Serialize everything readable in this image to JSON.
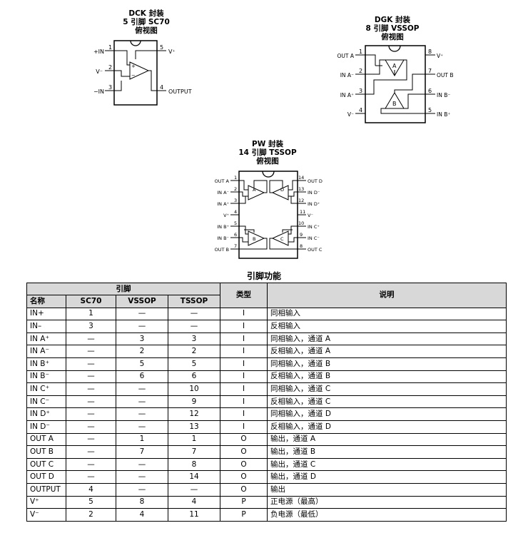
{
  "packages": {
    "dck": {
      "title": [
        "DCK 封装",
        "5 引脚 SC70",
        "俯视图"
      ],
      "pins_left": [
        {
          "num": "1",
          "label": "+IN"
        },
        {
          "num": "2",
          "label": "V⁻"
        },
        {
          "num": "3",
          "label": "−IN"
        }
      ],
      "pins_right": [
        {
          "num": "5",
          "label": "V⁺"
        },
        {
          "num": "4",
          "label": "OUTPUT"
        }
      ]
    },
    "dgk": {
      "title": [
        "DGK 封装",
        "8 引脚 VSSOP",
        "俯视图"
      ],
      "pins_left": [
        {
          "num": "1",
          "label": "OUT A"
        },
        {
          "num": "2",
          "label": "IN A⁻"
        },
        {
          "num": "3",
          "label": "IN A⁺"
        },
        {
          "num": "4",
          "label": "V⁻"
        }
      ],
      "pins_right": [
        {
          "num": "8",
          "label": "V⁺"
        },
        {
          "num": "7",
          "label": "OUT B"
        },
        {
          "num": "6",
          "label": "IN B⁻"
        },
        {
          "num": "5",
          "label": "IN B⁺"
        }
      ],
      "amp_labels": [
        "A",
        "B"
      ]
    },
    "pw": {
      "title": [
        "PW 封装",
        "14 引脚 TSSOP",
        "俯视图"
      ],
      "pins_left": [
        {
          "num": "1",
          "label": "OUT A"
        },
        {
          "num": "2",
          "label": "IN A⁻"
        },
        {
          "num": "3",
          "label": "IN A⁺"
        },
        {
          "num": "4",
          "label": "V⁺"
        },
        {
          "num": "5",
          "label": "IN B⁺"
        },
        {
          "num": "6",
          "label": "IN B⁻"
        },
        {
          "num": "7",
          "label": "OUT B"
        }
      ],
      "pins_right": [
        {
          "num": "14",
          "label": "OUT D"
        },
        {
          "num": "13",
          "label": "IN D⁻"
        },
        {
          "num": "12",
          "label": "IN D⁺"
        },
        {
          "num": "11",
          "label": "V⁻"
        },
        {
          "num": "10",
          "label": "IN C⁺"
        },
        {
          "num": "9",
          "label": "IN C⁻"
        },
        {
          "num": "8",
          "label": "OUT C"
        }
      ],
      "amp_labels": [
        "A",
        "D",
        "B",
        "C"
      ]
    }
  },
  "table": {
    "title": "引脚功能",
    "group_header": "引脚",
    "headers": {
      "name": "名称",
      "sc70": "SC70",
      "vssop": "VSSOP",
      "tssop": "TSSOP",
      "type": "类型",
      "desc": "说明"
    },
    "rows": [
      {
        "name": "IN+",
        "sc70": "1",
        "vssop": "—",
        "tssop": "—",
        "type": "I",
        "desc": "同相输入"
      },
      {
        "name": "IN–",
        "sc70": "3",
        "vssop": "—",
        "tssop": "—",
        "type": "I",
        "desc": "反相输入"
      },
      {
        "name": "IN A⁺",
        "sc70": "—",
        "vssop": "3",
        "tssop": "3",
        "type": "I",
        "desc": "同相输入，通道 A"
      },
      {
        "name": "IN A⁻",
        "sc70": "—",
        "vssop": "2",
        "tssop": "2",
        "type": "I",
        "desc": "反相输入，通道 A"
      },
      {
        "name": "IN B⁺",
        "sc70": "—",
        "vssop": "5",
        "tssop": "5",
        "type": "I",
        "desc": "同相输入，通道 B"
      },
      {
        "name": "IN B⁻",
        "sc70": "—",
        "vssop": "6",
        "tssop": "6",
        "type": "I",
        "desc": "反相输入，通道 B"
      },
      {
        "name": "IN C⁺",
        "sc70": "—",
        "vssop": "—",
        "tssop": "10",
        "type": "I",
        "desc": "同相输入，通道 C"
      },
      {
        "name": "IN C⁻",
        "sc70": "—",
        "vssop": "—",
        "tssop": "9",
        "type": "I",
        "desc": "反相输入，通道 C"
      },
      {
        "name": "IN D⁺",
        "sc70": "—",
        "vssop": "—",
        "tssop": "12",
        "type": "I",
        "desc": "同相输入，通道 D"
      },
      {
        "name": "IN D⁻",
        "sc70": "—",
        "vssop": "—",
        "tssop": "13",
        "type": "I",
        "desc": "反相输入，通道 D"
      },
      {
        "name": "OUT A",
        "sc70": "—",
        "vssop": "1",
        "tssop": "1",
        "type": "O",
        "desc": "输出，通道 A"
      },
      {
        "name": "OUT B",
        "sc70": "—",
        "vssop": "7",
        "tssop": "7",
        "type": "O",
        "desc": "输出，通道 B"
      },
      {
        "name": "OUT C",
        "sc70": "—",
        "vssop": "—",
        "tssop": "8",
        "type": "O",
        "desc": "输出，通道 C"
      },
      {
        "name": "OUT D",
        "sc70": "—",
        "vssop": "—",
        "tssop": "14",
        "type": "O",
        "desc": "输出，通道 D"
      },
      {
        "name": "OUTPUT",
        "sc70": "4",
        "vssop": "—",
        "tssop": "—",
        "type": "O",
        "desc": "输出"
      },
      {
        "name": "V⁺",
        "sc70": "5",
        "vssop": "8",
        "tssop": "4",
        "type": "P",
        "desc": "正电源（最高）"
      },
      {
        "name": "V⁻",
        "sc70": "2",
        "vssop": "4",
        "tssop": "11",
        "type": "P",
        "desc": "负电源（最低）"
      }
    ]
  }
}
